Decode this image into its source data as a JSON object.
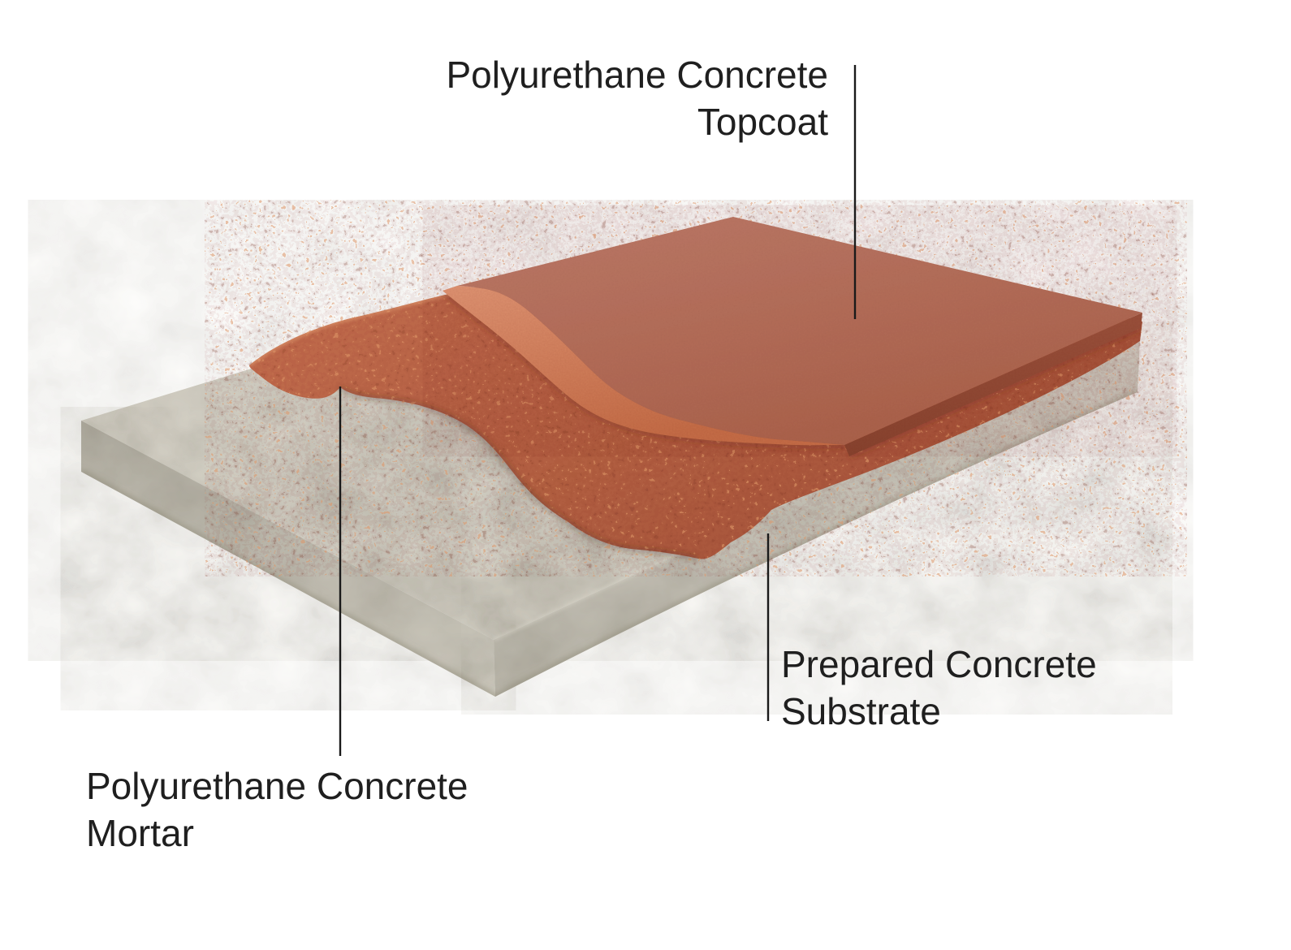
{
  "diagram": {
    "type": "layered-flooring-cutaway",
    "labels": {
      "topcoat": "Polyurethane Concrete Topcoat",
      "mortar": "Polyurethane Concrete Mortar",
      "substrate": "Prepared Concrete Substrate"
    },
    "colors": {
      "background": "#ffffff",
      "text": "#1f1f1f",
      "leader_line": "#1a1a1a",
      "topcoat_light": "#bb7866",
      "topcoat": "#a96049",
      "topcoat_side": "#9a523c",
      "topcoat_side_dark": "#87442f",
      "bevel_light": "#e09674",
      "bevel": "#c66f48",
      "mortar_light": "#bd6849",
      "mortar": "#a35238",
      "mortar_grain_light": "#df9468",
      "mortar_grain_dark": "#772f1c",
      "mortar_highlight": "#e8a477",
      "crevice_shadow": "#4a2d1f",
      "bevel_shadow": "#6f2f1d",
      "concrete_top_light": "#d3cfc4",
      "concrete_top": "#c1bdb1",
      "concrete_left_dark": "#a9a599",
      "concrete_left": "#c6c2b6",
      "concrete_front_light": "#cdc9be",
      "concrete_front_dark": "#b0aca0",
      "concrete_mottle_dark": "#8e8a7d",
      "concrete_mottle_light": "#efece2",
      "concrete_edge_shadow": "#87836f",
      "ridge_light": "#dcd8cd",
      "topcoat_speckle": "#5e2a1a"
    }
  }
}
